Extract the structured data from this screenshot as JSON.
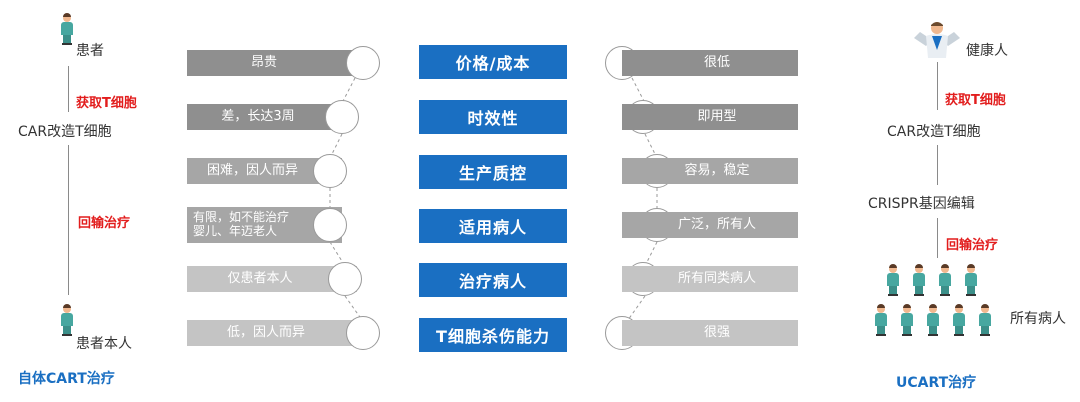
{
  "left": {
    "patient_label": "患者",
    "step1": "获取T细胞",
    "cell_label": "CAR改造T细胞",
    "step2": "回输治疗",
    "patient_self_label": "患者本人",
    "title": "自体CART治疗"
  },
  "right": {
    "healthy_label": "健康人",
    "step1": "获取T细胞",
    "cell_label": "CAR改造T细胞",
    "edit_label": "CRISPR基因编辑",
    "step2": "回输治疗",
    "all_patients_label": "所有病人",
    "title": "UCART治疗"
  },
  "categories": [
    "价格/成本",
    "时效性",
    "生产质控",
    "适用病人",
    "治疗病人",
    "T细胞杀伤能力"
  ],
  "left_values": [
    "昂贵",
    "差，长达3周",
    "困难，因人而异",
    "有限，如不能治疗\n婴儿、年迈老人",
    "仅患者本人",
    "低，因人而异"
  ],
  "right_values": [
    "很低",
    "即用型",
    "容易，稳定",
    "广泛，所有人",
    "所有同类病人",
    "很强"
  ],
  "colors": {
    "accent_blue": "#1a6fc2",
    "bar_dark": "#8f8f8f",
    "bar_light": "#c4c4c4",
    "red": "#e21d1d",
    "person_teal": "#47a7a0"
  }
}
